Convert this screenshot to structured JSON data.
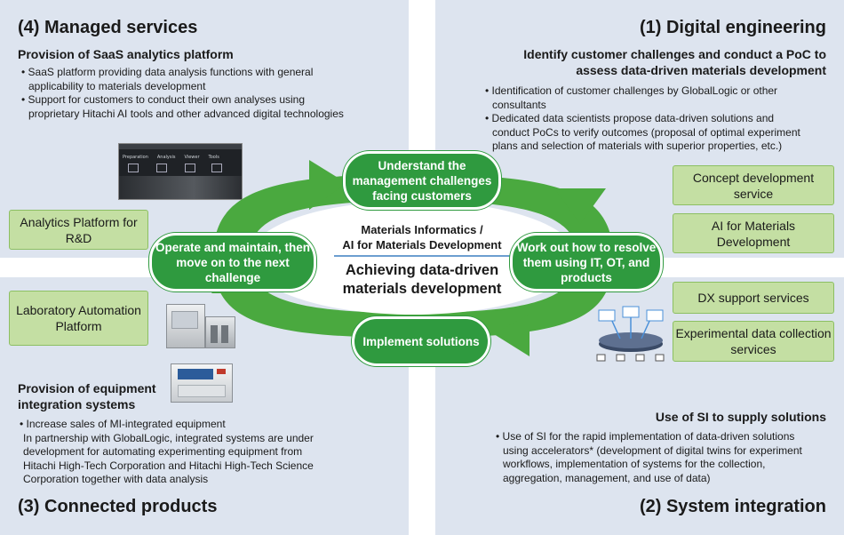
{
  "quadrants": {
    "managed": {
      "title": "(4) Managed services",
      "subtitle": "Provision of SaaS analytics platform",
      "bullets": [
        "• SaaS platform providing data analysis functions with general",
        "applicability to materials development",
        "• Support for customers to conduct their own analyses using",
        "proprietary Hitachi AI tools and other advanced digital technologies"
      ],
      "box": "Analytics Platform for R&D"
    },
    "digital": {
      "title": "(1) Digital engineering",
      "subtitle_line1": "Identify customer challenges and conduct a PoC to",
      "subtitle_line2": "assess data-driven materials development",
      "bullets": [
        "• Identification of customer challenges by GlobalLogic or other",
        "consultants",
        "• Dedicated data scientists propose data-driven solutions and",
        "conduct PoCs to verify outcomes (proposal of optimal experiment",
        "plans and selection of materials with superior properties, etc.)"
      ],
      "box1": "Concept development service",
      "box2": "AI for Materials Development"
    },
    "connected": {
      "title": "(3) Connected products",
      "box": "Laboratory Automation Platform",
      "subtitle_line1": "Provision of equipment",
      "subtitle_line2": "integration systems",
      "bullets": [
        "• Increase sales of MI-integrated equipment",
        "In partnership with GlobalLogic, integrated systems are under",
        "development for automating experimenting equipment from",
        "Hitachi High-Tech Corporation and Hitachi High-Tech Science",
        "Corporation together with data analysis"
      ]
    },
    "system": {
      "title": "(2) System integration",
      "box1": "DX support services",
      "box2": "Experimental data collection services",
      "subtitle": "Use of SI to supply solutions",
      "bullets": [
        "• Use of SI for the rapid implementation of data-driven solutions",
        "using accelerators* (development of digital twins for experiment",
        "workflows, implementation of systems for the collection,",
        "aggregation, management, and use of data)"
      ]
    }
  },
  "cycle": {
    "top": "Understand the management challenges facing customers",
    "right": "Work out how to resolve them using IT, OT, and products",
    "bottom": "Implement solutions",
    "left": "Operate and maintain, then move on to the next challenge"
  },
  "center": {
    "line1": "Materials Informatics /",
    "line2": "AI for Materials Development",
    "main1": "Achieving data-driven",
    "main2": "materials development"
  },
  "screen_tabs": [
    "Preparation",
    "Analysis",
    "Viewer",
    "Tools"
  ],
  "colors": {
    "panel": "#dde4ef",
    "arrow": "#4aa93f",
    "pill": "#2f9a3f",
    "box_fill": "#c4dfa3",
    "center_rule": "#3d7fc1"
  }
}
